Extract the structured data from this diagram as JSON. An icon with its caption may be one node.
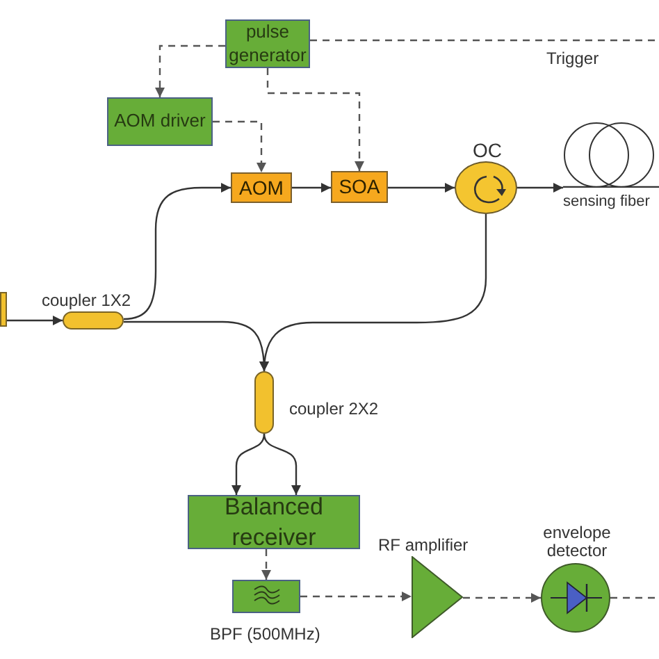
{
  "diagram": {
    "nodes": [
      {
        "text": [
          "pulse generator"
        ]
      },
      {
        "text": [
          "AOM driver"
        ]
      },
      {
        "text": [
          "AOM"
        ]
      },
      {
        "text": [
          "SOA"
        ]
      },
      {
        "text": [
          "OC"
        ]
      },
      {
        "text": [
          "sensing fiber"
        ]
      },
      {
        "text": [],
        "shape": "box"
      },
      {
        "text": [
          "coupler 1X2"
        ]
      },
      {
        "text": [
          "coupler 2X2"
        ]
      },
      {
        "text": [
          "Balanced receiver"
        ]
      },
      {
        "text": [
          "BPF (500MHz)"
        ]
      },
      {
        "text": [
          "RF amplifier"
        ]
      },
      {
        "text": [
          "envelope detector"
        ]
      }
    ],
    "edges": [
      {
        "from": 0,
        "to": 1,
        "arrow": "to",
        "style": "dashed"
      },
      {
        "from": 1,
        "to": 2,
        "arrow": "to",
        "style": "dashed"
      },
      {
        "from": 0,
        "to": 3,
        "arrow": "to",
        "style": "dashed"
      },
      {
        "from": 0,
        "to": null,
        "arrow": "none",
        "style": "dashed",
        "label": "Trigger"
      },
      {
        "from": 6,
        "to": 7,
        "arrow": "to"
      },
      {
        "from": 7,
        "to": 2,
        "arrow": "to"
      },
      {
        "from": 2,
        "to": 3,
        "arrow": "to"
      },
      {
        "from": 3,
        "to": 4,
        "arrow": "to"
      },
      {
        "from": 4,
        "to": 5,
        "arrow": "to"
      },
      {
        "from": 7,
        "to": 8,
        "arrow": "to"
      },
      {
        "from": 4,
        "to": 8,
        "arrow": "to"
      },
      {
        "from": 8,
        "to": 9,
        "arrow": "to"
      },
      {
        "from": 8,
        "to": 9,
        "arrow": "to"
      },
      {
        "from": 9,
        "to": 10,
        "arrow": "to",
        "style": "dashed"
      },
      {
        "from": 10,
        "to": 11,
        "arrow": "to",
        "style": "dashed"
      },
      {
        "from": 11,
        "to": 12,
        "arrow": "to",
        "style": "dashed"
      },
      {
        "from": 12,
        "to": null,
        "arrow": "none",
        "style": "dashed"
      }
    ]
  }
}
